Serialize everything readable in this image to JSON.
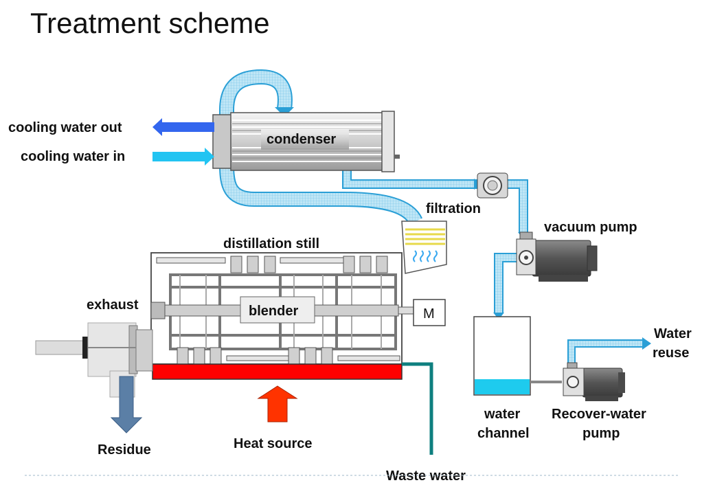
{
  "title": "Treatment scheme",
  "labels": {
    "cooling_out": "cooling water out",
    "cooling_in": "cooling water in",
    "condenser": "condenser",
    "filtration": "filtration",
    "vacuum_pump": "vacuum pump",
    "distillation_still": "distillation still",
    "exhaust": "exhaust",
    "blender": "blender",
    "motor": "M",
    "residue": "Residue",
    "heat_source": "Heat source",
    "waste_water": "Waste water",
    "water_channel_1": "water",
    "water_channel_2": "channel",
    "recover_pump_1": "Recover-water",
    "recover_pump_2": "pump",
    "water_reuse_1": "Water",
    "water_reuse_2": "reuse"
  },
  "colors": {
    "pipe_fill": "#a9dcf2",
    "pipe_stroke": "#2a9fd6",
    "cooling_out_arrow": "#3366ee",
    "cooling_in_arrow": "#22c4f2",
    "heater": "#ff0000",
    "heat_arrow": "#ff3300",
    "residue_arrow": "#5b7fa6",
    "waste_pipe": "#0e7f7f",
    "water": "#1ecbee",
    "pump_body": "#606060"
  }
}
